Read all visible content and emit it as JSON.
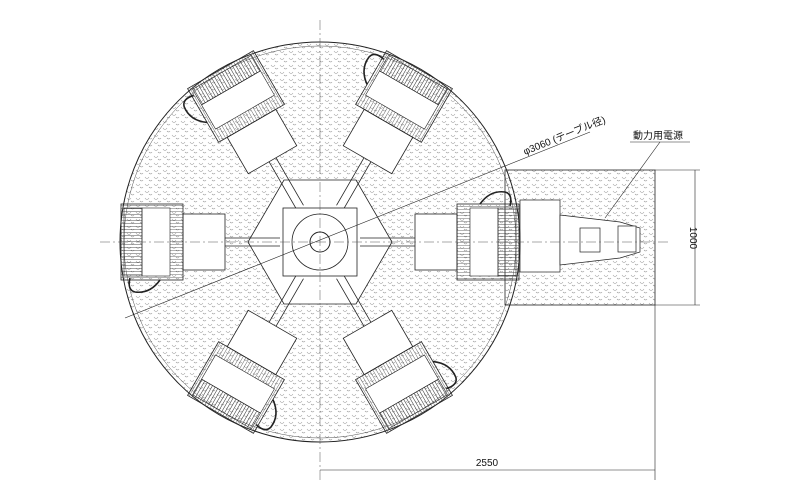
{
  "drawing": {
    "table_diameter_label": "φ3060 (テーブル径)",
    "power_label": "動力用電源",
    "dim_height": "1000",
    "dim_width": "2550",
    "station_count": 6
  },
  "colors": {
    "line": "#222222",
    "hatch": "#8a8a8a",
    "background": "#ffffff"
  }
}
